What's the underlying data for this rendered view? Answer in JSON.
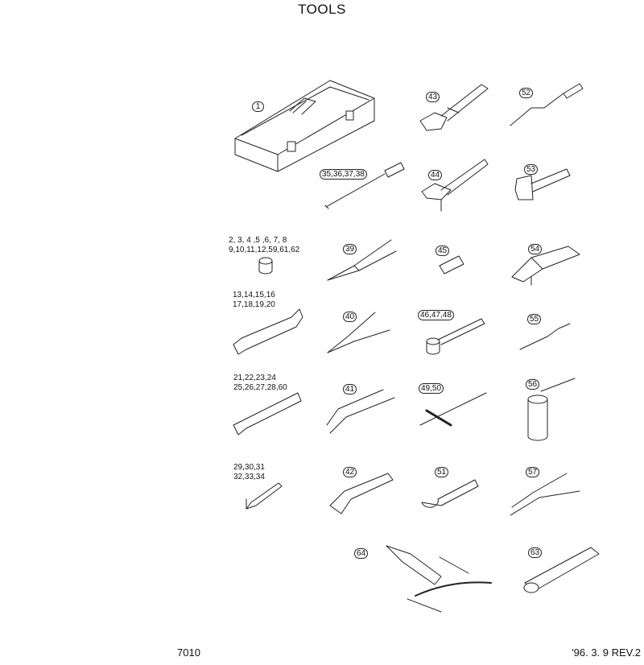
{
  "page": {
    "title": "TOOLS",
    "page_number": "7010",
    "revision": "'96. 3. 9  REV.2"
  },
  "callouts": {
    "c1": "1",
    "c35": "35,36,37,38",
    "c43": "43",
    "c52": "52",
    "c44": "44",
    "c53": "53",
    "c2a": "2, 3, 4 ,5 ,6, 7, 8",
    "c2b": "9,10,11,12,59,61,62",
    "c39": "39",
    "c45": "45",
    "c54": "54",
    "c13a": "13,14,15,16",
    "c13b": "17,18,19,20",
    "c40": "40",
    "c46": "46,47,48",
    "c55": "55",
    "c21a": "21,22,23,24",
    "c21b": "25,26,27,28,60",
    "c41": "41",
    "c49": "49,50",
    "c56": "56",
    "c29a": "29,30,31",
    "c29b": "32,33,34",
    "c42": "42",
    "c51": "51",
    "c57": "57",
    "c64": "64",
    "c63": "63"
  }
}
